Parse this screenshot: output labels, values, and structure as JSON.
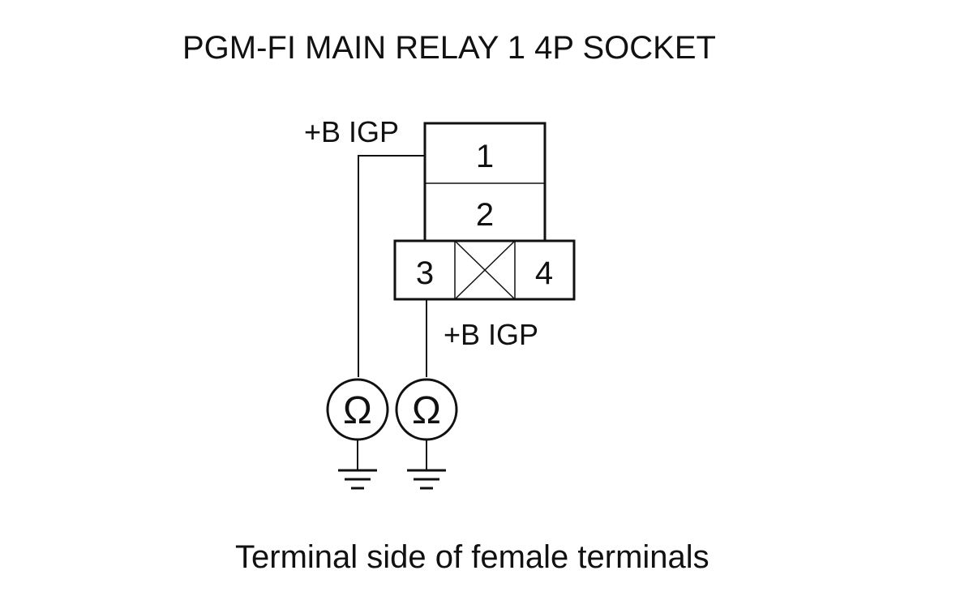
{
  "title": "PGM-FI MAIN RELAY 1 4P SOCKET",
  "caption": "Terminal side of female terminals",
  "terminals": [
    "1",
    "2",
    "3",
    "4"
  ],
  "wires": {
    "terminal_1_label": "+B IGP",
    "terminal_3_label": "+B IGP"
  },
  "meters": [
    {
      "symbol": "Ω",
      "icon": "ohmmeter-icon"
    },
    {
      "symbol": "Ω",
      "icon": "ohmmeter-icon"
    }
  ],
  "grounds": [
    "ground-icon",
    "ground-icon"
  ]
}
